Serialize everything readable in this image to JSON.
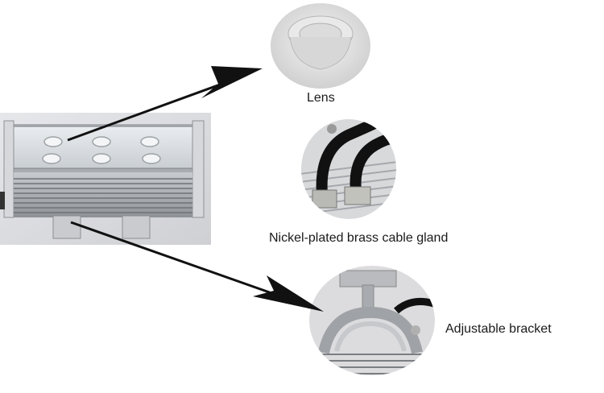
{
  "callouts": {
    "lens": "Lens",
    "cable_gland": "Nickel-plated brass cable gland",
    "bracket": "Adjustable bracket"
  },
  "colors": {
    "arrow": "#111111",
    "background": "#ffffff",
    "photo_background": "#dcdcde",
    "aluminium": "#b9bcc0"
  },
  "images": {
    "main": "wall-washer-light-photo",
    "lens": "lens-detail-photo",
    "gland": "cable-gland-detail-photo",
    "bracket": "bracket-detail-photo"
  }
}
